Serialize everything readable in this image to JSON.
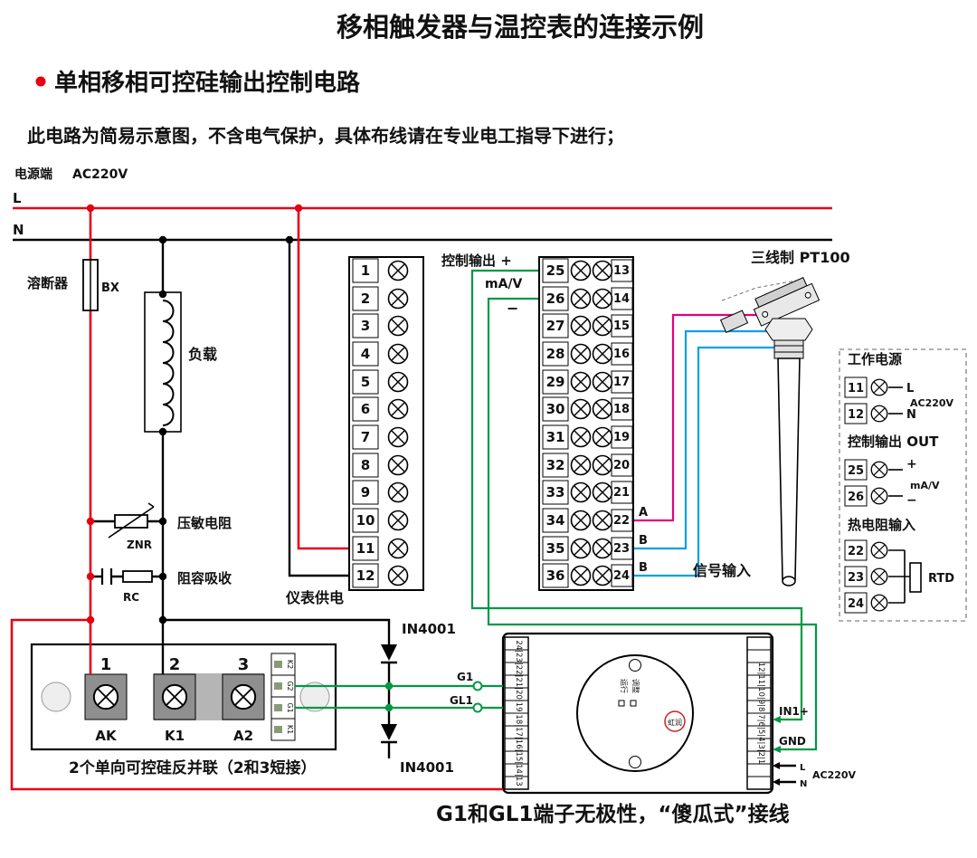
{
  "header": {
    "title": "移相触发器与温控表的连接示例",
    "subtitle": "单相移相可控硅输出控制电路",
    "note": "此电路为简易示意图，不含电气保护，具体布线请在专业电工指导下进行；",
    "power_label": "电源端",
    "power_voltage": "AC220V"
  },
  "rails": {
    "l": "L",
    "n": "N"
  },
  "components": {
    "fuse_label": "溶断器",
    "fuse_code": "BX",
    "load_label": "负载",
    "varistor_label": "压敏电阻",
    "varistor_code": "ZNR",
    "rc_label": "阻容吸收",
    "rc_code": "RC"
  },
  "terminal_block": {
    "left_numbers": [
      "1",
      "2",
      "3",
      "4",
      "5",
      "6",
      "7",
      "8",
      "9",
      "10",
      "11",
      "12"
    ],
    "mid_numbers": [
      "25",
      "26",
      "27",
      "28",
      "29",
      "30",
      "31",
      "32",
      "33",
      "34",
      "35",
      "36"
    ],
    "right_numbers": [
      "13",
      "14",
      "15",
      "16",
      "17",
      "18",
      "19",
      "20",
      "21",
      "22",
      "23",
      "24"
    ],
    "control_output_label": "控制输出 +",
    "mav_label": "mA/V",
    "minus_label": "−",
    "meter_power_label": "仪表供电"
  },
  "sensor": {
    "label": "三线制 PT100",
    "wire_a": "A",
    "wire_b1": "B",
    "wire_b2": "B",
    "signal_label": "信号输入"
  },
  "side_panel": {
    "working_power": "工作电源",
    "t11": "11",
    "t12": "12",
    "l": "L",
    "ac": "AC220V",
    "n": "N",
    "control_out": "控制输出 OUT",
    "t25": "25",
    "t26": "26",
    "plus": "+",
    "mav": "mA/V",
    "minus": "−",
    "rtd_input": "热电阻输入",
    "t22": "22",
    "t23": "23",
    "t24": "24",
    "rtd": "RTD"
  },
  "scr": {
    "t1": "1",
    "t2": "2",
    "t3": "3",
    "ak": "AK",
    "k1": "K1",
    "a2": "A2",
    "mini": [
      "K2",
      "G2",
      "G1",
      "K1"
    ],
    "caption": "2个单向可控硅反并联（2和3短接）"
  },
  "diodes": {
    "d1": "IN4001",
    "d2": "IN4001"
  },
  "trigger": {
    "left_strip": "24|23|22|21|20|19|18|17|16|15|14|13",
    "right_strip": "12|11|10|9|8|7|6|5|4|3|2|1",
    "g1": "G1",
    "gl1": "GL1",
    "in1": "IN1+",
    "gnd": "GND",
    "l": "L",
    "ac": "AC220V",
    "n": "N",
    "dial_run": "运行",
    "dial_adj": "调整",
    "brand": "虹润"
  },
  "footer": {
    "caption": "G1和GL1端子无极性，“傻瓜式”接线"
  },
  "colors": {
    "wire_red": "#e60012",
    "wire_green": "#009944",
    "wire_blue": "#00a0e9",
    "wire_pink": "#e4007f",
    "black": "#000000"
  }
}
